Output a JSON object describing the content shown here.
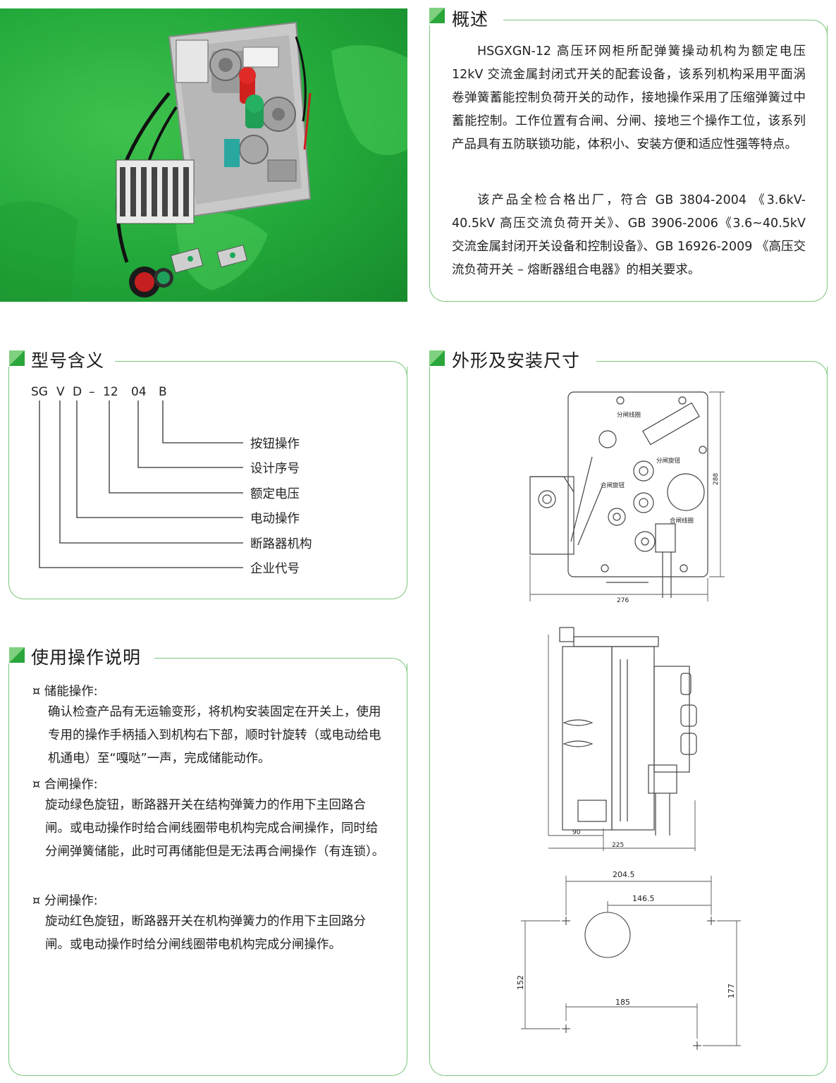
{
  "overview": {
    "title": "概述",
    "para1": "HSGXGN-12 高压环网柜所配弹簧操动机构为额定电压12kV 交流金属封闭式开关的配套设备，该系列机构采用平面涡卷弹簧蓄能控制负荷开关的动作，接地操作采用了压缩弹簧过中蓄能控制。工作位置有合闸、分闸、接地三个操作工位，该系列产品具有五防联锁功能，体积小、安装方便和适应性强等特点。",
    "para2": "该产品全检合格出厂，符合 GB 3804-2004 《3.6kV-40.5kV 高压交流负荷开关》、GB 3906-2006《3.6~40.5kV 交流金属封闭开关设备和控制设备》、GB 16926-2009 《高压交流负荷开关 – 熔断器组合电器》的相关要求。"
  },
  "model": {
    "title": "型号含义",
    "codes": [
      "SG",
      "V",
      "D",
      "–",
      "12",
      "04",
      "B"
    ],
    "labels": [
      "按钮操作",
      "设计序号",
      "额定电压",
      "电动操作",
      "断路器机构",
      "企业代号"
    ]
  },
  "usage": {
    "title": "使用操作说明",
    "bullet_symbol": "¤",
    "items": [
      {
        "title": "储能操作:",
        "body": "确认检查产品有无运输变形，将机构安装固定在开关上，使用专用的操作手柄插入到机构右下部，顺时针旋转（或电动给电机通电）至“嘎哒”一声，完成储能动作。"
      },
      {
        "title": "合闸操作:",
        "body": "旋动绿色旋钮，断路器开关在结构弹簧力的作用下主回路合闸。或电动操作时给合闸线圈带电机构完成合闸操作，同时给分闸弹簧储能，此时可再储能但是无法再合闸操作（有连锁）。"
      },
      {
        "title": "分闸操作:",
        "body": "旋动红色旋钮，断路器开关在机构弹簧力的作用下主回路分闸。或电动操作时给分闸线圈带电机构完成分闸操作。"
      }
    ]
  },
  "dimensions": {
    "title": "外形及安装尺寸",
    "front": {
      "labels": {
        "open_coil": "分闸线圈",
        "open_knob": "分闸旋钮",
        "close_knob": "合闸旋钮",
        "close_coil": "合闸线圈"
      },
      "width": "276",
      "height": "288"
    },
    "side": {
      "d1": "90",
      "d2": "225"
    },
    "mount": {
      "w_outer": "204.5",
      "w_inner": "146.5",
      "w_bottom": "185",
      "h_left": "152",
      "h_right": "177"
    }
  },
  "colors": {
    "brand_green": "#2aa63b",
    "frame_green": "#7cc77f"
  }
}
